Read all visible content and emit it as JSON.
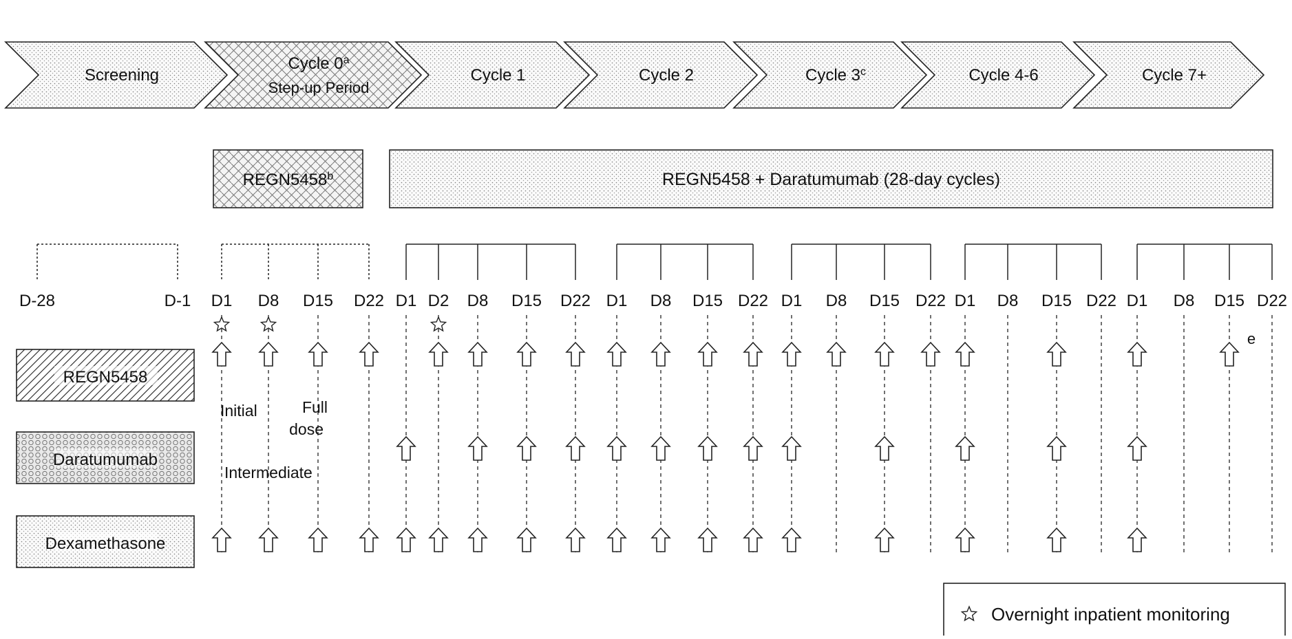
{
  "phases": [
    {
      "label": "Screening",
      "sup": "",
      "sub": "",
      "pattern": "dots-light"
    },
    {
      "label": "Cycle 0",
      "sup": "a",
      "sub": "Step-up Period",
      "pattern": "weave"
    },
    {
      "label": "Cycle 1",
      "sup": "",
      "sub": "",
      "pattern": "dots-light"
    },
    {
      "label": "Cycle 2",
      "sup": "",
      "sub": "",
      "pattern": "dots-light"
    },
    {
      "label": "Cycle 3",
      "sup": "c",
      "sub": "",
      "pattern": "dots-light"
    },
    {
      "label": "Cycle 4-6",
      "sup": "",
      "sub": "",
      "pattern": "dots-light"
    },
    {
      "label": "Cycle 7+",
      "sup": "",
      "sub": "",
      "pattern": "dots-light"
    }
  ],
  "regimen_boxes": [
    {
      "label": "REGN5458",
      "sup": "b"
    },
    {
      "label": "REGN5458 + Daratumumab (28-day cycles)",
      "sup": ""
    }
  ],
  "day_labels": [
    "D-28",
    "D-1",
    "D1",
    "D8",
    "D15",
    "D22",
    "D1",
    "D2",
    "D8",
    "D15",
    "D22",
    "D1",
    "D8",
    "D15",
    "D22",
    "D1",
    "D8",
    "D15",
    "D22",
    "D1",
    "D8",
    "D15",
    "D22",
    "D1",
    "D8",
    "D15",
    "D22"
  ],
  "drugs": [
    "REGN5458",
    "Daratumumab",
    "Dexamethasone"
  ],
  "dose_labels": {
    "initial": "Initial",
    "intermediate": "Intermediate",
    "full": "Full",
    "full2": "dose"
  },
  "footnote_e": "e",
  "legend": {
    "star_text": "Overnight inpatient monitoring",
    "star_symbol": "☆"
  },
  "colors": {
    "line": "#222222",
    "fill": "#ffffff",
    "dot": "#6a6a6a"
  }
}
